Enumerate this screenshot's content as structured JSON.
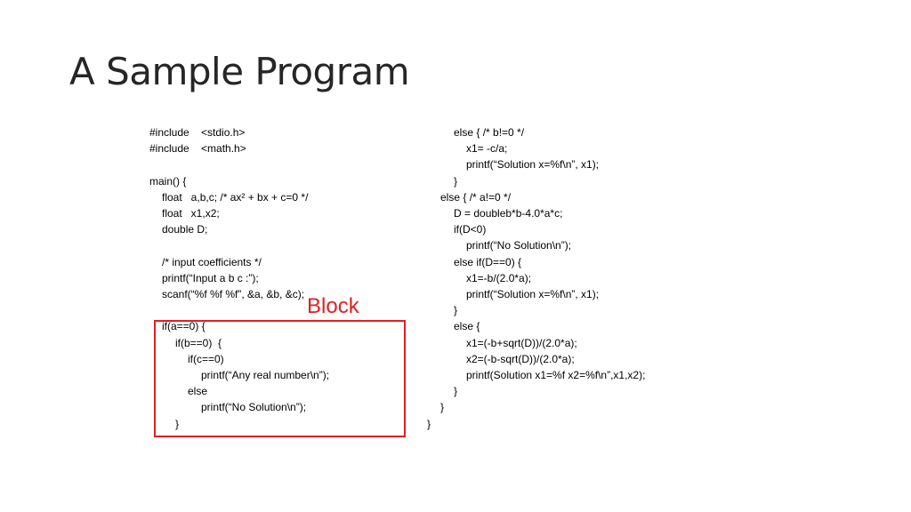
{
  "slide": {
    "title": "A Sample Program",
    "annotation_label": "Block",
    "annotation_color": "#e02020"
  },
  "left_code": [
    "#include    <stdio.h>",
    "#include    <math.h>",
    "",
    "main() {",
    "float   a,b,c; /* ax² + bx + c=0 */",
    "float   x1,x2;",
    "double D;",
    "",
    "/* input coefficients */",
    "printf(“Input a b c :”);",
    "scanf(“%f %f %f”, &a, &b, &c);",
    "",
    "if(a==0) {",
    "if(b==0)  {",
    "if(c==0)",
    "printf(“Any real number\\n”);",
    "else",
    "printf(“No Solution\\n”);",
    "}"
  ],
  "right_code": [
    "else { /* b!=0 */",
    "x1= -c/a;",
    "printf(“Solution x=%f\\n”, x1);",
    "}",
    "else { /* a!=0 */",
    "D = doubleb*b-4.0*a*c;",
    "if(D<0)",
    "printf(“No Solution\\n”);",
    "else if(D==0) {",
    "x1=-b/(2.0*a);",
    "printf(“Solution x=%f\\n”, x1);",
    "}",
    "else {",
    "x1=(-b+sqrt(D))/(2.0*a);",
    "x2=(-b-sqrt(D))/(2.0*a);",
    "printf(Solution x1=%f x2=%f\\n”,x1,x2);",
    "}",
    "}",
    "}"
  ]
}
